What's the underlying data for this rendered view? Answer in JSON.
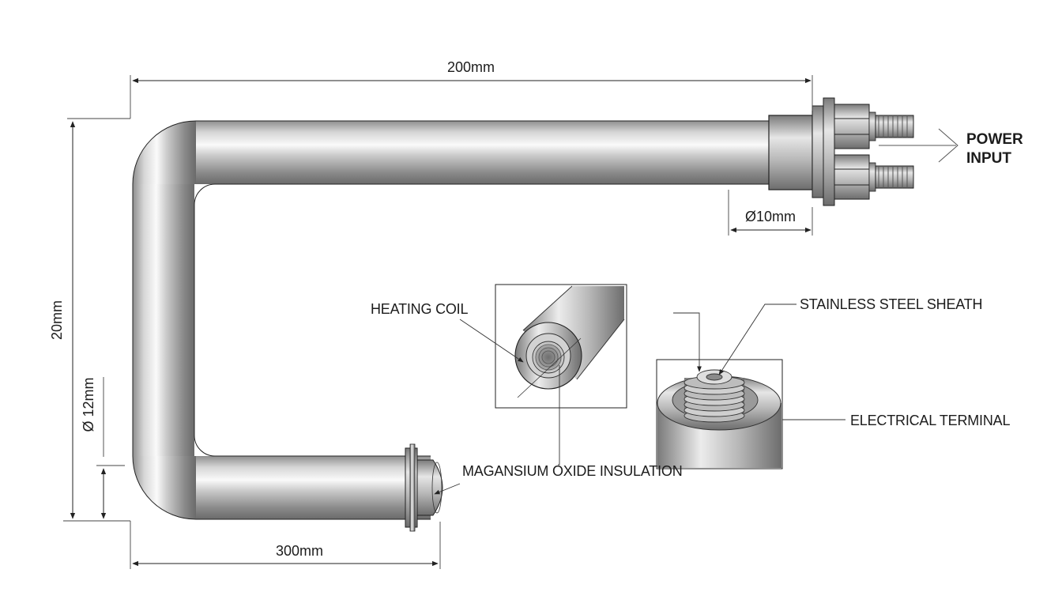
{
  "dimensions": {
    "top_length": "200mm",
    "side_height": "20mm",
    "tube_diameter": "Ø 12mm",
    "bottom_length": "300mm",
    "terminal_diameter": "Ø10mm"
  },
  "callouts": {
    "power_input_line1": "POWER",
    "power_input_line2": "INPUT",
    "heating_coil": "HEATING COIL",
    "stainless_steel_sheath": "STAINLESS STEEL SHEATH",
    "electrical_terminal": "ELECTRICAL TERMINAL",
    "magnesium_oxide_insulation": "MAGANSIUM OXIDE INSULATION"
  }
}
